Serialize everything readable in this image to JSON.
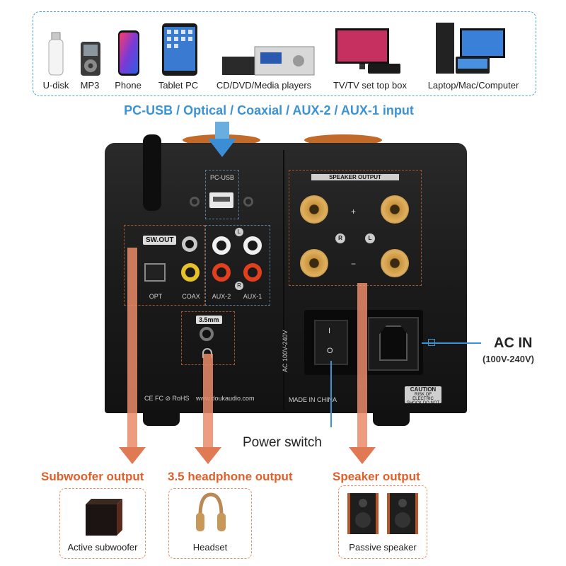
{
  "sources": {
    "devices": [
      {
        "label": "U-disk",
        "icon": "usb-drive-icon"
      },
      {
        "label": "MP3",
        "icon": "mp3-player-icon"
      },
      {
        "label": "Phone",
        "icon": "phone-icon"
      },
      {
        "label": "Tablet PC",
        "icon": "tablet-icon"
      },
      {
        "label": "CD/DVD/Media players",
        "icon": "media-player-icon"
      },
      {
        "label": "TV/TV set top box",
        "icon": "tv-icon"
      },
      {
        "label": "Laptop/Mac/Computer",
        "icon": "computer-icon"
      }
    ],
    "input_title": "PC-USB / Optical / Coaxial / AUX-2 / AUX-1 input"
  },
  "panel": {
    "pc_usb": "PC-USB",
    "sw_out": "SW.OUT",
    "opt": "OPT",
    "coax": "COAX",
    "aux2": "AUX-2",
    "aux1": "AUX-1",
    "ch_l": "L",
    "ch_r": "R",
    "headphone": "3.5mm",
    "speaker_output": "SPEAKER OUTPUT",
    "plus": "+",
    "minus": "−",
    "ac_voltage": "AC 100V-240V",
    "switch_on": "I",
    "switch_off": "O",
    "certs": "CE FC ⊘ RoHS",
    "website": "www.doukaudio.com",
    "made_in": "MADE IN CHINA",
    "caution_title": "CAUTION",
    "caution_text": "RISK OF ELECTRIC SHOCK DO NOT OPEN"
  },
  "callouts": {
    "ac_in": "AC IN",
    "ac_range": "(100V-240V)",
    "power_switch": "Power switch"
  },
  "outputs": [
    {
      "title": "Subwoofer output",
      "caption": "Active subwoofer",
      "icon": "subwoofer-icon"
    },
    {
      "title": "3.5 headphone output",
      "caption": "Headset",
      "icon": "headphones-icon"
    },
    {
      "title": "Speaker output",
      "caption": "Passive speaker",
      "icon": "bookshelf-speakers-icon"
    }
  ],
  "colors": {
    "blue_accent": "#3b93d4",
    "orange_accent": "#e0602a",
    "unit_body": "#1e1e1e"
  }
}
